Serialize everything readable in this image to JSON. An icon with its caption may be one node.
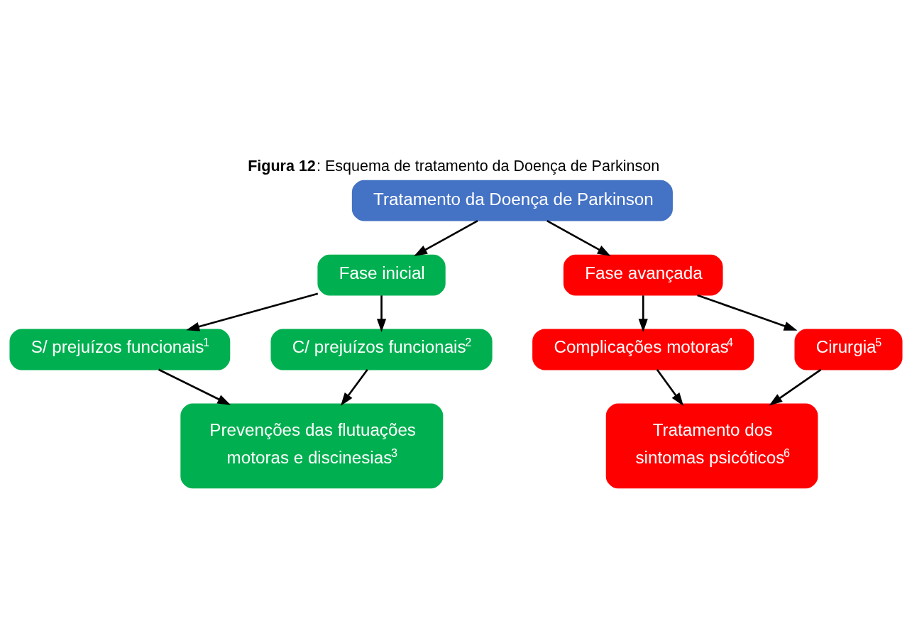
{
  "diagram": {
    "title": "**Figura 12**: Esquema de tratamento da Doença de Parkinson",
    "nodes": [
      {
        "text": [
          "Tratamento da Doença de Parkinson"
        ]
      },
      {
        "text": [
          "Fase inicial"
        ]
      },
      {
        "text": [
          "Fase avançada"
        ]
      },
      {
        "text": [
          "S/ prejuízos funcionais$^{1}$"
        ]
      },
      {
        "text": [
          "C/ prejuízos funcionais$^{2}$"
        ]
      },
      {
        "text": [
          "Prevenções das flutuações motoras e discinesias$^{3}$"
        ]
      },
      {
        "text": [
          "Complicações motoras$^{4}$"
        ]
      },
      {
        "text": [
          "Cirurgia$^{5}$"
        ]
      },
      {
        "text": [
          "Tratamento dos sintomas psicóticos$^{6}$"
        ]
      }
    ],
    "edges": [
      {
        "from": 0,
        "to": 1,
        "arrow": "to"
      },
      {
        "from": 0,
        "to": 2,
        "arrow": "to"
      },
      {
        "from": 1,
        "to": 3,
        "arrow": "to"
      },
      {
        "from": 1,
        "to": 4,
        "arrow": "to"
      },
      {
        "from": 3,
        "to": 5,
        "arrow": "to"
      },
      {
        "from": 4,
        "to": 5,
        "arrow": "to"
      },
      {
        "from": 2,
        "to": 6,
        "arrow": "to"
      },
      {
        "from": 2,
        "to": 7,
        "arrow": "to"
      },
      {
        "from": 6,
        "to": 8,
        "arrow": "to"
      },
      {
        "from": 7,
        "to": 8,
        "arrow": "to"
      }
    ]
  }
}
